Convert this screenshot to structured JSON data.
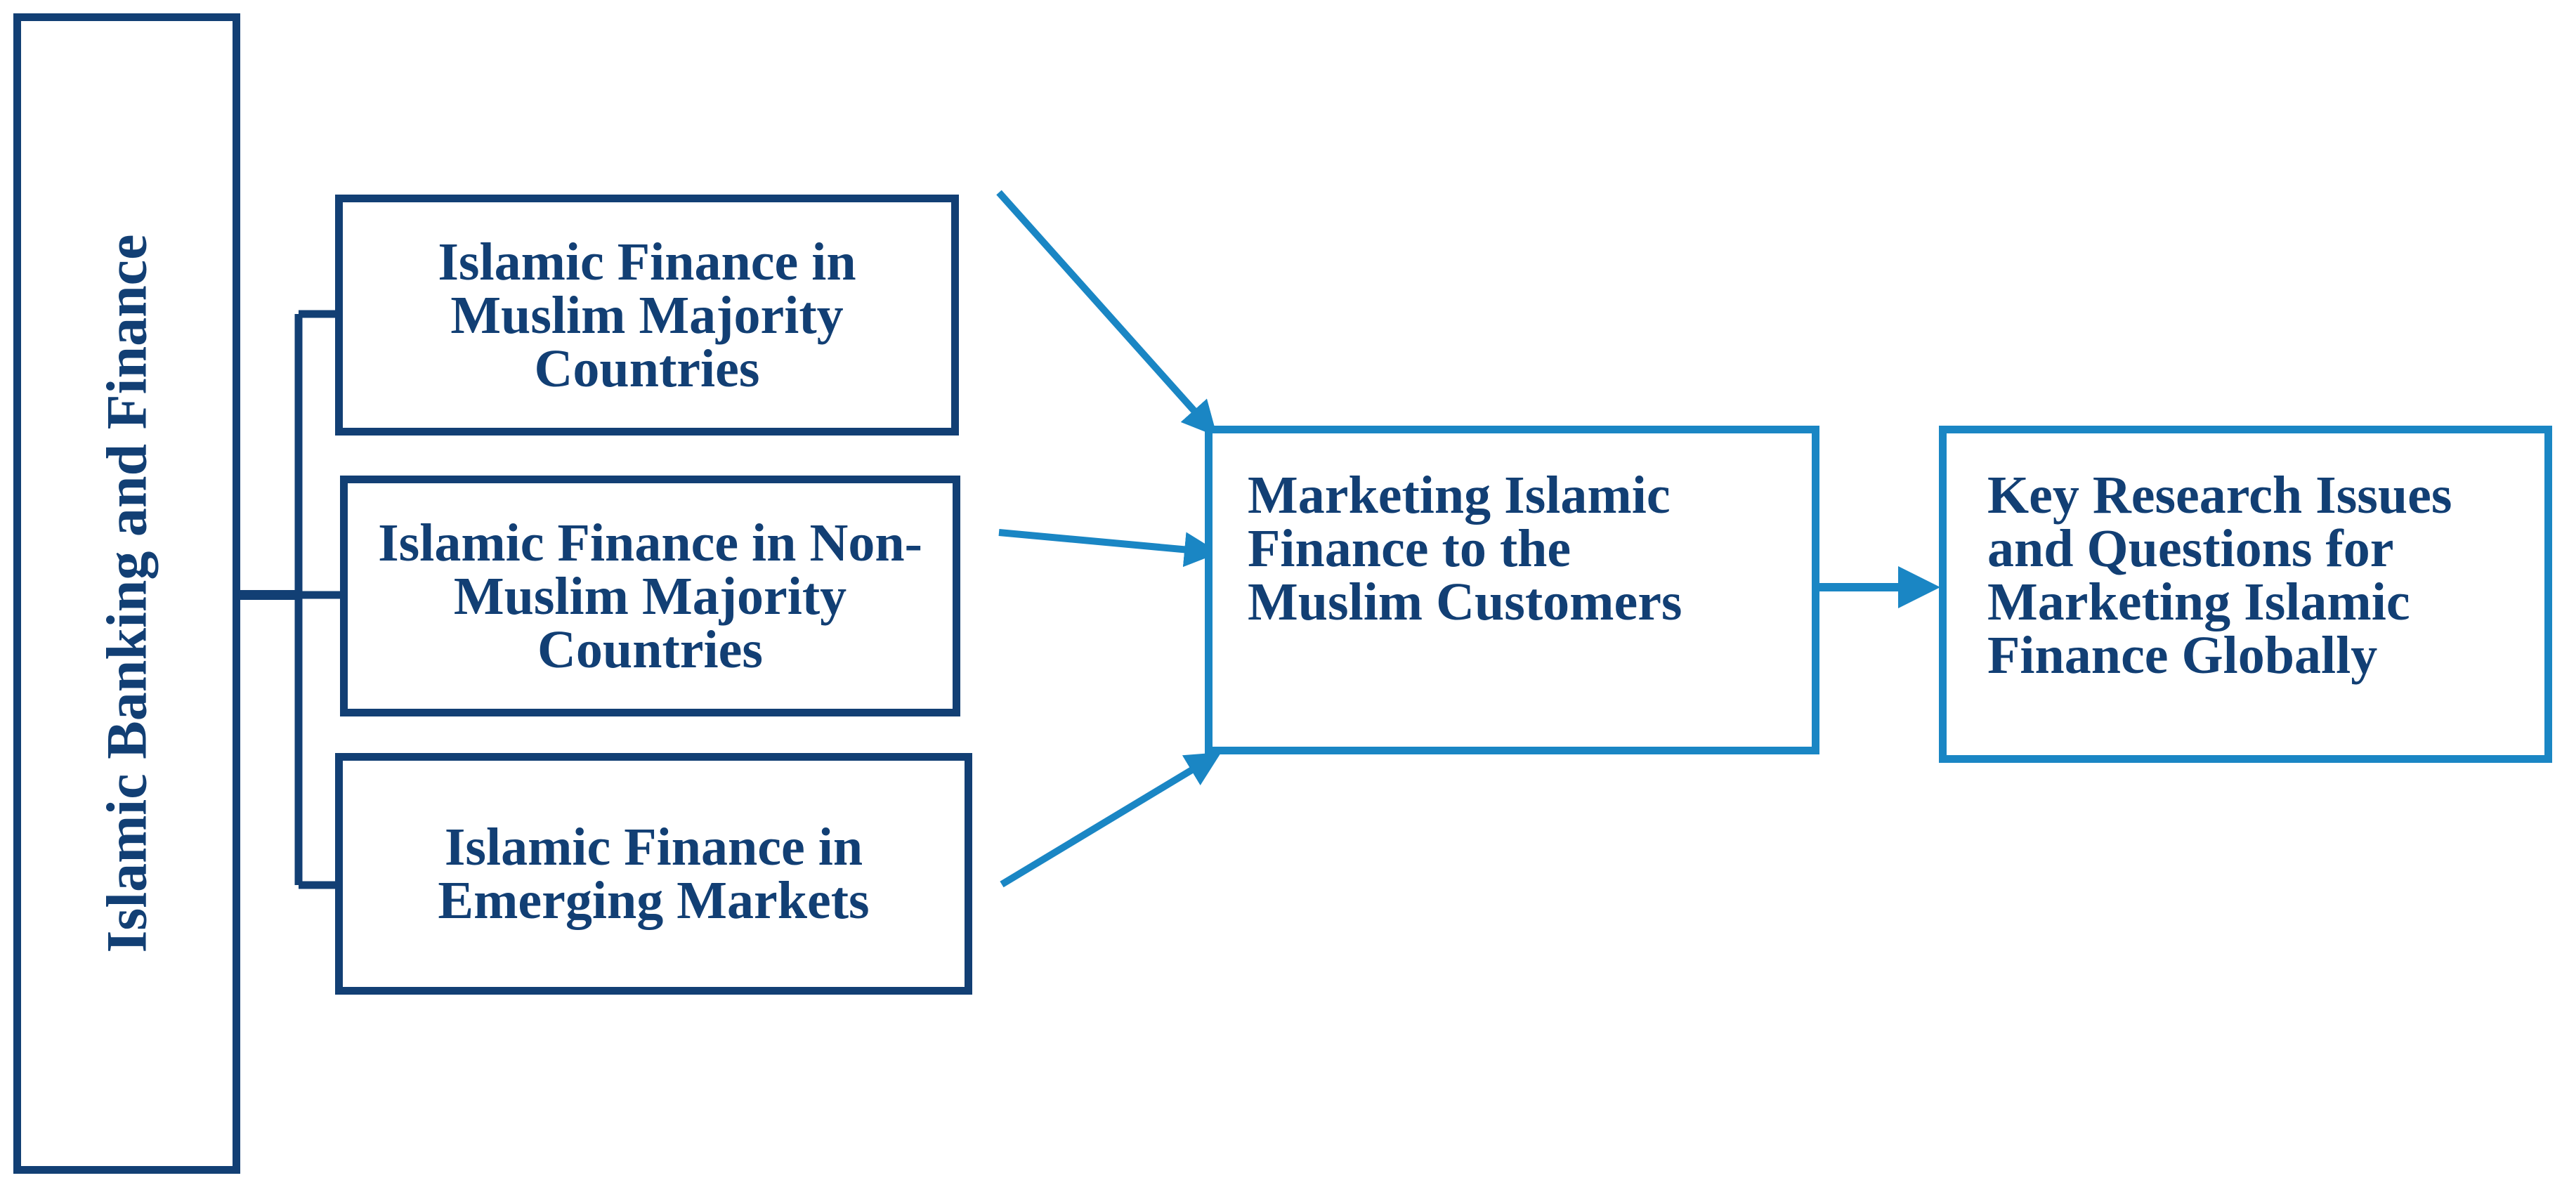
{
  "diagram": {
    "root": {
      "label": "Islamic Banking and Finance"
    },
    "branches": [
      {
        "label": "Islamic Finance in\nMuslim Majority\nCountries"
      },
      {
        "label": "Islamic Finance in Non-\nMuslim Majority\nCountries"
      },
      {
        "label": "Islamic Finance in\nEmerging Markets"
      }
    ],
    "marketing": {
      "label": "Marketing Islamic\nFinance to the\nMuslim Customers"
    },
    "research": {
      "label": "Key Research Issues\nand Questions for\nMarketing Islamic\nFinance Globally"
    },
    "colors": {
      "dark_navy": "#123f74",
      "accent_blue": "#1a86c4",
      "background": "#ffffff"
    }
  }
}
